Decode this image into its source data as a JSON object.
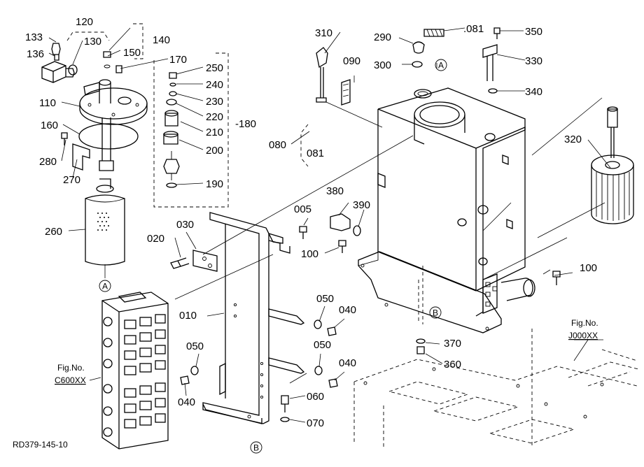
{
  "callouts": {
    "c133": "133",
    "c136": "136",
    "c120": "120",
    "c130": "130",
    "c140": "140",
    "c150": "150",
    "c170": "170",
    "c250": "250",
    "c240": "240",
    "c230": "230",
    "c220": "220",
    "c180": "-180",
    "c210": "210",
    "c200": "200",
    "c190": "190",
    "c110": "110",
    "c160": "160",
    "c280": "280",
    "c270": "270",
    "c260": "260",
    "c310": "310",
    "c290": "290",
    "c081a": ".081",
    "c350": "350",
    "c330": "330",
    "c340": "340",
    "c300": "300",
    "c090": "090",
    "c080": "080",
    "c081b": "081",
    "c320": "320",
    "c380": "380",
    "c390": "390",
    "c005": "005",
    "c020": "020",
    "c030": "030",
    "c100a": "100",
    "c100b": "100",
    "c010": "010",
    "c050a": "050",
    "c040a": "040",
    "c050b": "050",
    "c050c": "050",
    "c040b": "040",
    "c040c": "040",
    "c370": "370",
    "c360": "360",
    "c060": "060",
    "c070": "070"
  },
  "connectors": {
    "a_top": "A",
    "a_bottom": "A",
    "b_tank": "B",
    "b_bottom": "B"
  },
  "refs": {
    "fig1_label": "Fig.No.",
    "fig1_value": "C600XX",
    "fig2_label": "Fig.No.",
    "fig2_value": "J000XX"
  },
  "drawing_code": "RD379-145-10"
}
